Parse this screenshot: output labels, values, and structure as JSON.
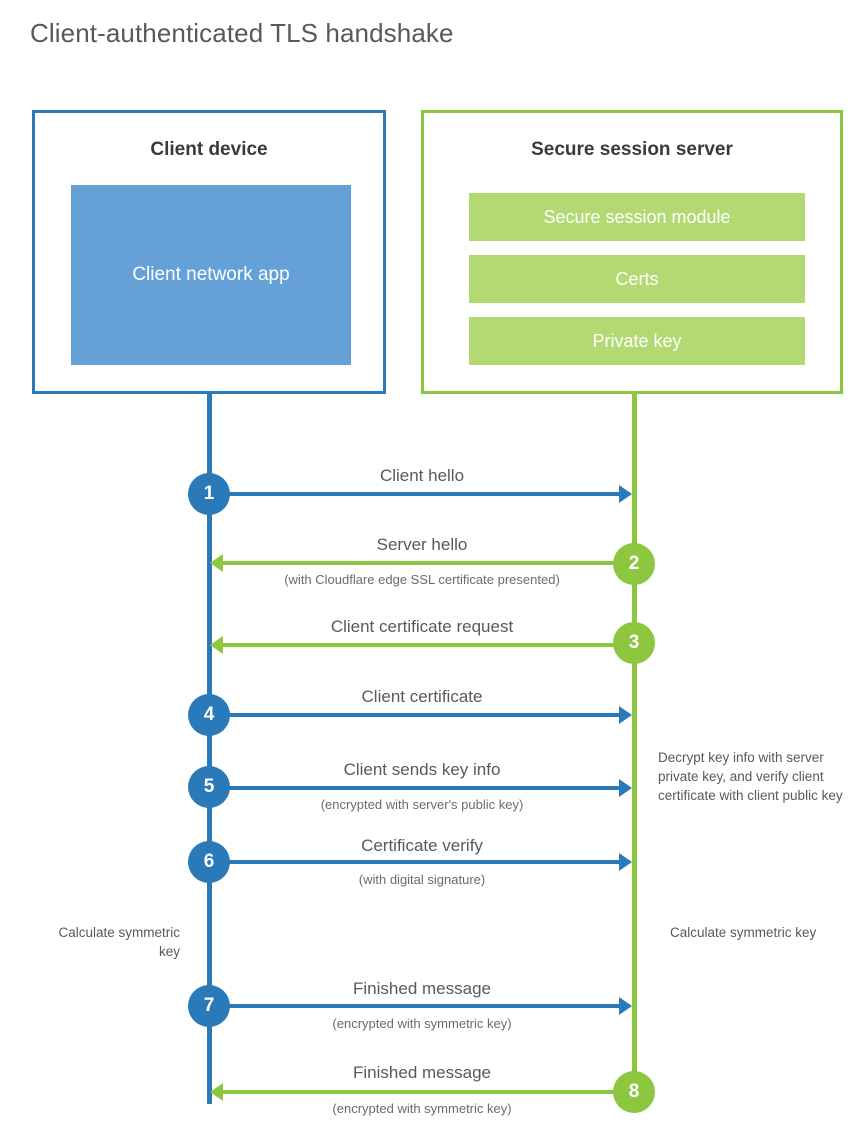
{
  "page": {
    "title": "Client-authenticated TLS handshake"
  },
  "colors": {
    "client_blue": "#2a7ab9",
    "client_app_fill": "#65a0d7",
    "server_green": "#8dc63f",
    "server_bar_fill": "#b2d972",
    "text_gray": "#58595b",
    "heading_gray": "#3a3a3c"
  },
  "entities": {
    "client": {
      "title": "Client device",
      "app_label": "Client network app"
    },
    "server": {
      "title": "Secure session server",
      "components": [
        {
          "label": "Secure session module"
        },
        {
          "label": "Certs"
        },
        {
          "label": "Private key"
        }
      ]
    }
  },
  "steps": [
    {
      "number": "1",
      "label": "Client hello",
      "sub": "",
      "direction": "client-to-server",
      "color": "blue"
    },
    {
      "number": "2",
      "label": "Server hello",
      "sub": "(with Cloudflare edge SSL certificate presented)",
      "direction": "server-to-client",
      "color": "green"
    },
    {
      "number": "3",
      "label": "Client certificate request",
      "sub": "",
      "direction": "server-to-client",
      "color": "green"
    },
    {
      "number": "4",
      "label": "Client certificate",
      "sub": "",
      "direction": "client-to-server",
      "color": "blue"
    },
    {
      "number": "5",
      "label": "Client sends key info",
      "sub": "(encrypted with server's public key)",
      "direction": "client-to-server",
      "color": "blue"
    },
    {
      "number": "6",
      "label": "Certificate verify",
      "sub": "(with digital signature)",
      "direction": "client-to-server",
      "color": "blue"
    },
    {
      "number": "7",
      "label": "Finished message",
      "sub": "(encrypted with symmetric key)",
      "direction": "client-to-server",
      "color": "blue"
    },
    {
      "number": "8",
      "label": "Finished message",
      "sub": "(encrypted with symmetric key)",
      "direction": "server-to-client",
      "color": "green"
    }
  ],
  "annotations": {
    "server_decrypt_note": "Decrypt key info with server private key, and verify client certificate with client public key",
    "client_calculate": "Calculate symmetric key",
    "server_calculate": "Calculate symmetric key"
  }
}
